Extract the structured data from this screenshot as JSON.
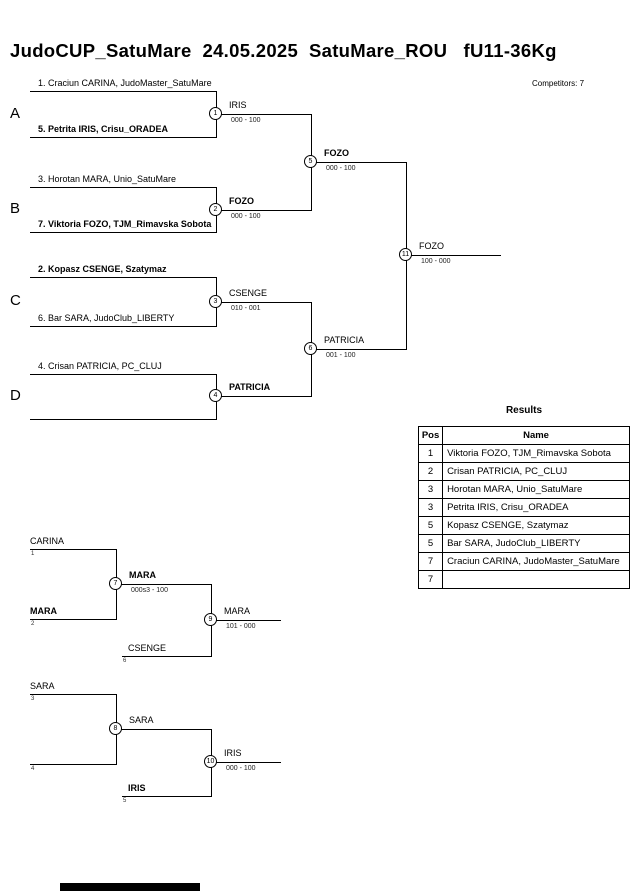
{
  "header": {
    "title": "JudoCUP_SatuMare  24.05.2025  SatuMare_ROU   fU11-36Kg",
    "competitors_label": "Competitors: 7"
  },
  "bracket": {
    "groups": [
      "A",
      "B",
      "C",
      "D"
    ],
    "entries": [
      "1. Craciun CARINA, JudoMaster_SatuMare",
      "5. Petrita IRIS, Crisu_ORADEA",
      "3. Horotan MARA, Unio_SatuMare",
      "7. Viktoria FOZO, TJM_Rimavska Sobota",
      "2. Kopasz CSENGE, Szatymaz",
      "6. Bar SARA, JudoClub_LIBERTY",
      "4. Crisan PATRICIA, PC_CLUJ"
    ],
    "matches": {
      "m1": {
        "no": "1",
        "winner": "IRIS",
        "score": "000 - 100"
      },
      "m2": {
        "no": "2",
        "winner": "FOZO",
        "score": "000 - 100"
      },
      "m3": {
        "no": "3",
        "winner": "CSENGE",
        "score": "010 - 001"
      },
      "m4": {
        "no": "4",
        "winner": "PATRICIA",
        "score": ""
      },
      "m5": {
        "no": "5",
        "winner": "FOZO",
        "score": "000 - 100"
      },
      "m6": {
        "no": "6",
        "winner": "PATRICIA",
        "score": "001 - 100"
      },
      "m11": {
        "no": "11",
        "winner": "FOZO",
        "score": "100 - 000"
      }
    }
  },
  "results": {
    "title": "Results",
    "columns": {
      "pos": "Pos",
      "name": "Name"
    },
    "rows": [
      {
        "pos": "1",
        "name": "Viktoria FOZO, TJM_Rimavska Sobota"
      },
      {
        "pos": "2",
        "name": "Crisan PATRICIA, PC_CLUJ"
      },
      {
        "pos": "3",
        "name": "Horotan MARA, Unio_SatuMare"
      },
      {
        "pos": "3",
        "name": "Petrita IRIS, Crisu_ORADEA"
      },
      {
        "pos": "5",
        "name": "Kopasz CSENGE, Szatymaz"
      },
      {
        "pos": "5",
        "name": "Bar SARA, JudoClub_LIBERTY"
      },
      {
        "pos": "7",
        "name": "Craciun CARINA, JudoMaster_SatuMare"
      },
      {
        "pos": "7",
        "name": ""
      }
    ]
  },
  "repechage": {
    "entries": {
      "carina": {
        "name": "CARINA",
        "seed": "1"
      },
      "mara": {
        "name": "MARA",
        "seed": "2"
      },
      "csenge": {
        "name": "CSENGE",
        "seed": "6"
      },
      "sara": {
        "name": "SARA",
        "seed": "3"
      },
      "bye": {
        "name": "",
        "seed": "4"
      },
      "iris": {
        "name": "IRIS",
        "seed": "5"
      }
    },
    "matches": {
      "m7": {
        "no": "7",
        "winner": "MARA",
        "score": "000s3 - 100"
      },
      "m8": {
        "no": "8",
        "winner": "SARA",
        "score": ""
      },
      "m9": {
        "no": "9",
        "winner": "MARA",
        "score": "101 - 000"
      },
      "m10": {
        "no": "10",
        "winner": "IRIS",
        "score": "000 - 100"
      }
    }
  }
}
